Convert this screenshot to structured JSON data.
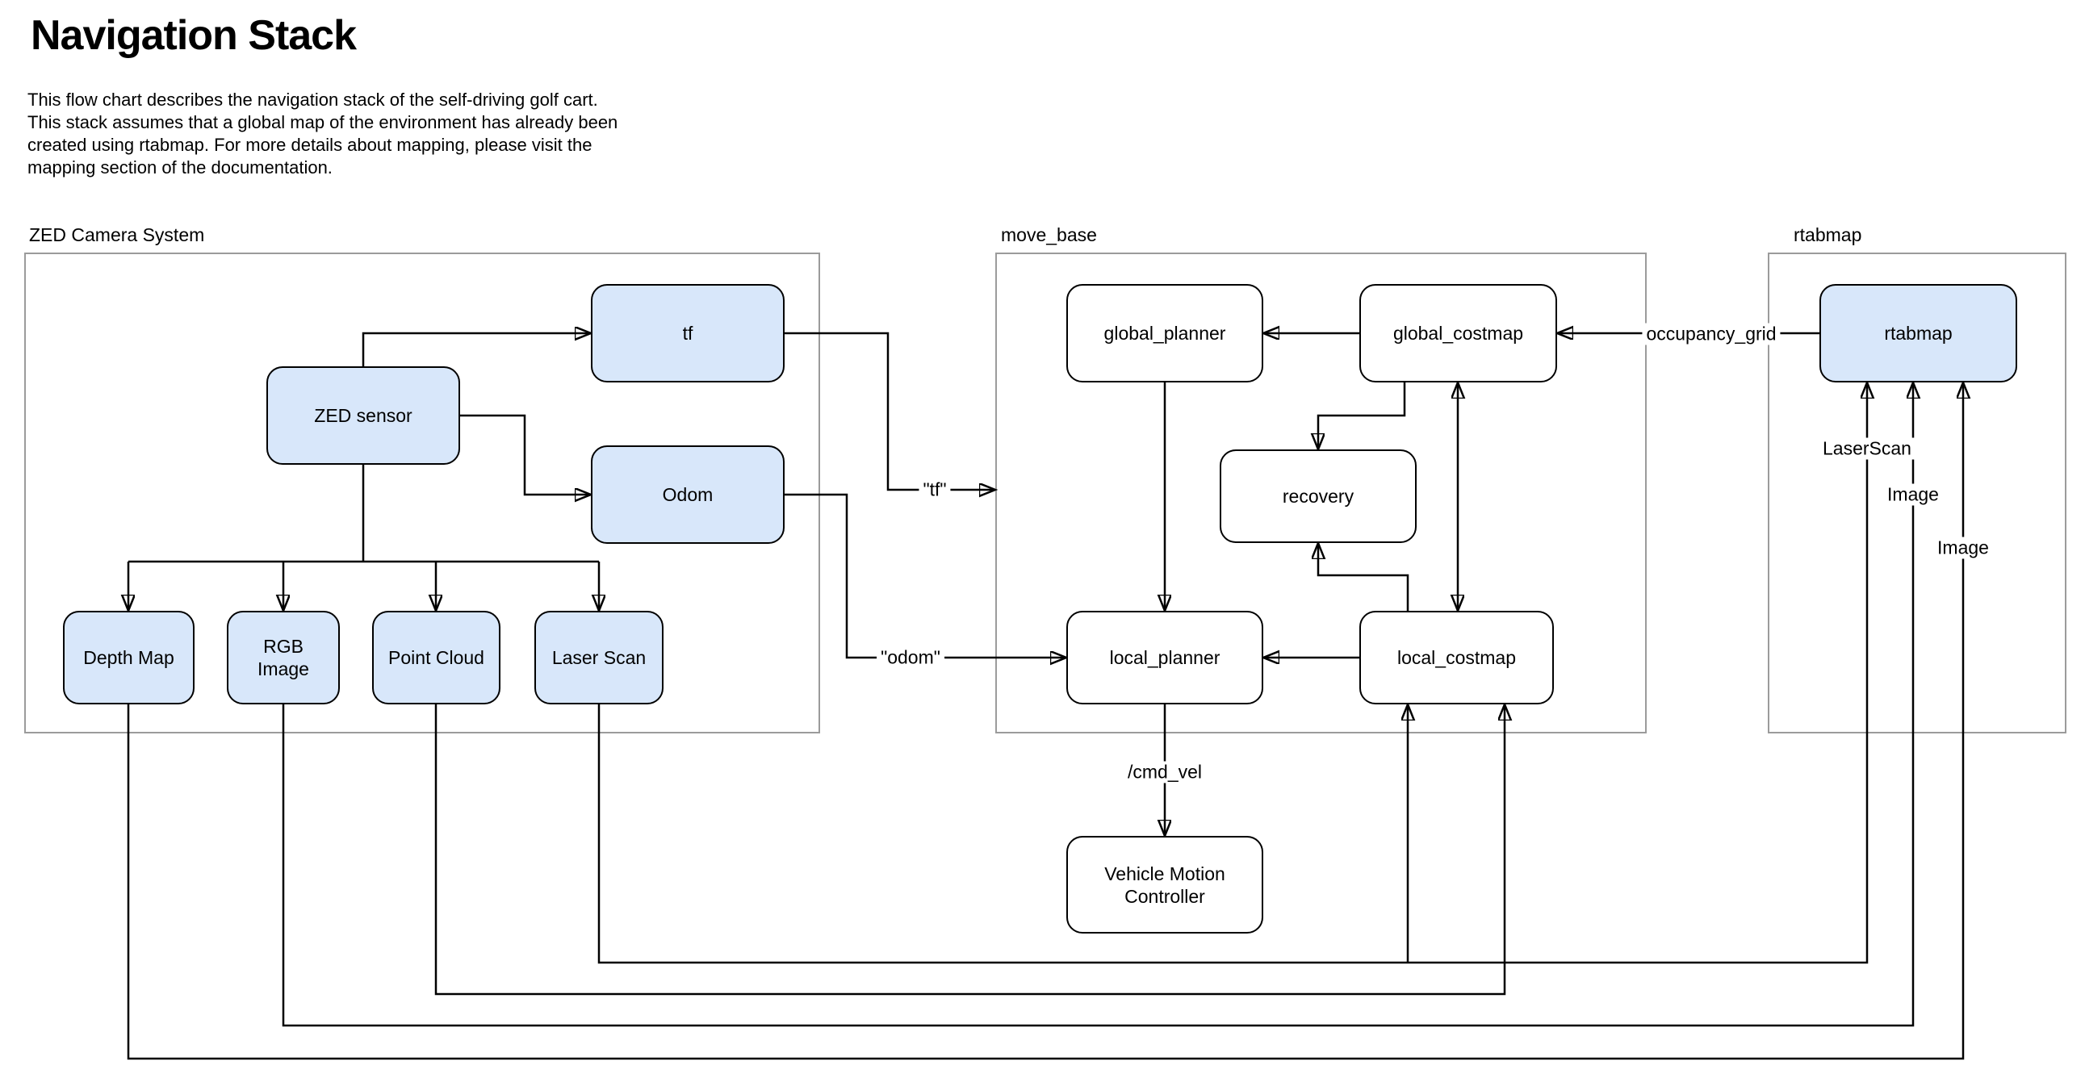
{
  "header": {
    "title": "Navigation Stack",
    "description": "This flow chart describes the navigation stack of the self-driving golf cart. This stack assumes that a global map of the environment has already been created using rtabmap. For more details about mapping, please visit the mapping section of the documentation."
  },
  "groups": {
    "zed": {
      "label": "ZED Camera System"
    },
    "move_base": {
      "label": "move_base"
    },
    "rtabmap": {
      "label": "rtabmap"
    }
  },
  "nodes": {
    "tf": {
      "label": "tf"
    },
    "zed_sensor": {
      "label": "ZED sensor"
    },
    "odom": {
      "label": "Odom"
    },
    "depth_map": {
      "label": "Depth Map"
    },
    "rgb_image": {
      "label": "RGB Image"
    },
    "point_cloud": {
      "label": "Point Cloud"
    },
    "laser_scan": {
      "label": "Laser Scan"
    },
    "global_planner": {
      "label": "global_planner"
    },
    "global_costmap": {
      "label": "global_costmap"
    },
    "recovery": {
      "label": "recovery"
    },
    "local_planner": {
      "label": "local_planner"
    },
    "local_costmap": {
      "label": "local_costmap"
    },
    "vehicle_motion_controller": {
      "label": "Vehicle Motion Controller"
    },
    "rtabmap_node": {
      "label": "rtabmap"
    }
  },
  "edge_labels": {
    "tf_topic": "\"tf\"",
    "odom_topic": "\"odom\"",
    "occupancy_grid": "occupancy_grid",
    "cmd_vel": "/cmd_vel",
    "laserscan": "LaserScan",
    "image_rgb": "Image",
    "image_depth": "Image"
  },
  "colors": {
    "node_fill_blue": "#d8e7fa",
    "node_fill_white": "#ffffff",
    "node_border": "#000000",
    "group_border": "#9b9b9b",
    "edge": "#000000"
  }
}
